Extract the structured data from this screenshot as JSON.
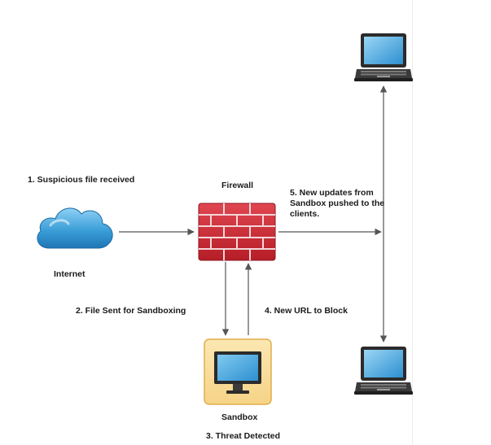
{
  "labels": {
    "suspicious_file": "1. Suspicious file received",
    "internet": "Internet",
    "firewall": "Firewall",
    "file_sent": "2. File Sent for Sandboxing",
    "new_url": "4. New URL to Block",
    "sandbox": "Sandbox",
    "threat_detected": "3. Threat Detected",
    "updates_pushed": "5. New updates from Sandbox pushed to the clients."
  },
  "icons": {
    "internet": "cloud-icon",
    "firewall": "firewall-icon",
    "sandbox": "monitor-icon",
    "client_top": "laptop-icon",
    "client_bottom": "laptop-icon"
  },
  "colors": {
    "cloud": "#3b9fd8",
    "firewall": "#c8232e",
    "sandbox_bg": "#f9de9a",
    "sandbox_border": "#e7b955",
    "screen": "#3aa4df",
    "laptop_body": "#2b2b2b",
    "arrow": "#555555"
  }
}
